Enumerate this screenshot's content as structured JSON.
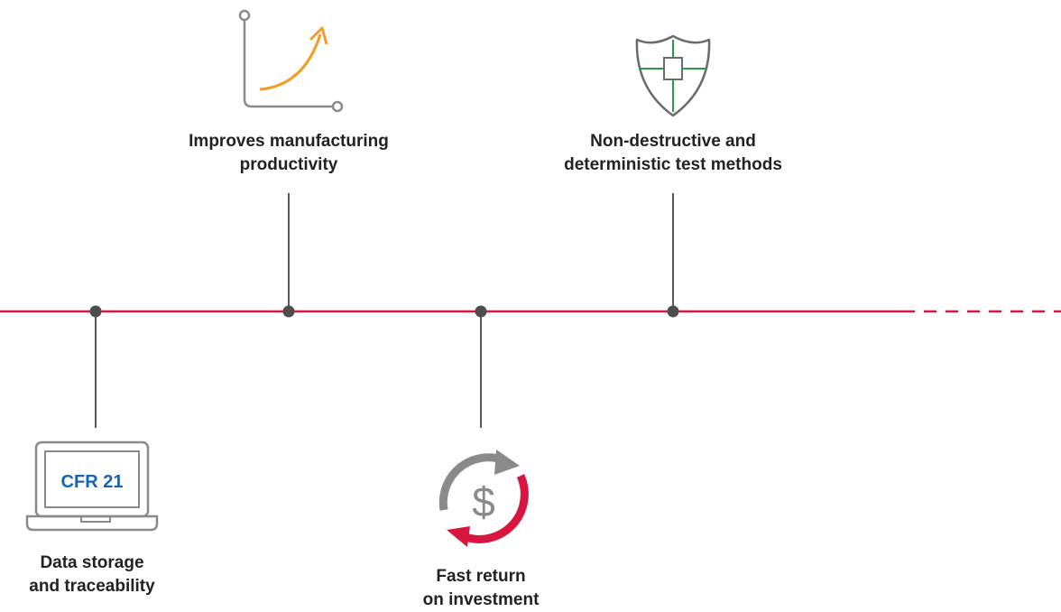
{
  "milestones": [
    {
      "id": "data-storage",
      "line1": "Data storage",
      "line2": "and traceability",
      "icon": "laptop-icon",
      "badge": "CFR 21"
    },
    {
      "id": "productivity",
      "line1": "Improves manufacturing",
      "line2": "productivity",
      "icon": "growth-curve-icon"
    },
    {
      "id": "roi",
      "line1": "Fast return",
      "line2": "on investment",
      "icon": "dollar-cycle-icon",
      "symbol": "$"
    },
    {
      "id": "non-destructive",
      "line1": "Non-destructive and",
      "line2": "deterministic test methods",
      "icon": "shield-icon"
    }
  ],
  "colors": {
    "timeline": "#d7173f",
    "connector": "#595959",
    "icon_gray": "#8a8a8a",
    "accent_orange": "#f39c26",
    "badge_blue": "#1565b0",
    "shield_green": "#2e9a48",
    "text": "#222222"
  }
}
